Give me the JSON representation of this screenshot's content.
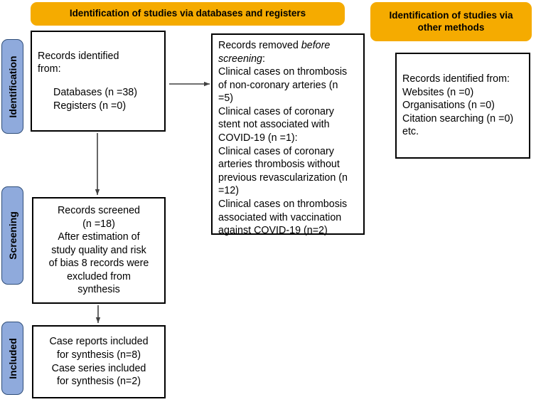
{
  "diagram": {
    "type": "prisma-flow-diagram",
    "colors": {
      "header_fill": "#F5AB00",
      "phase_pill_fill": "#8FAADC",
      "phase_pill_border": "#2F4E79",
      "box_border": "#000000",
      "box_fill": "#FFFFFF"
    }
  },
  "headers": {
    "databases_registers": "Identification of studies via databases and registers",
    "other_methods": "Identification of studies via other methods"
  },
  "phases": [
    {
      "id": "identification",
      "label": "Identification"
    },
    {
      "id": "screening",
      "label": "Screening"
    },
    {
      "id": "included",
      "label": "Included"
    }
  ],
  "boxes": {
    "records_identified": {
      "title": "Records identified",
      "title2": "from:",
      "items": [
        "Databases (n =38)",
        "Registers (n =0)"
      ]
    },
    "records_removed": {
      "heading_prefix": "Records removed ",
      "heading_italic": "before",
      "heading_italic2": "screening",
      "heading_suffix": ":",
      "lines": [
        "Clinical cases on thrombosis",
        "of non-coronary arteries (n",
        "=5)",
        "Clinical cases of coronary",
        "stent not associated with",
        "COVID-19 (n =1):",
        "Clinical cases of coronary",
        "arteries thrombosis without",
        "previous revascularization (n",
        "=12)",
        "Clinical cases on thrombosis",
        "associated with vaccination",
        "against COVID-19 (n=2)"
      ]
    },
    "records_identified_other": {
      "lines": [
        "Records identified from:",
        "Websites (n =0)",
        "Organisations (n =0)",
        "Citation searching (n =0)",
        "etc."
      ]
    },
    "records_screened": {
      "lines": [
        "Records screened",
        "(n =18)",
        "After estimation of",
        "study quality and risk",
        "of bias 8 records were",
        "excluded from",
        "synthesis"
      ]
    },
    "included_synthesis": {
      "lines": [
        "Case reports included",
        "for synthesis (n=8)",
        "Case series included",
        "for synthesis (n=2)"
      ]
    }
  },
  "counts": {
    "databases": 38,
    "registers": 0,
    "websites": 0,
    "organisations": 0,
    "citation_searching": 0,
    "records_screened": 18,
    "excluded_after_quality_assessment": 8,
    "removed_non_coronary_arteries": 5,
    "removed_coronary_stent_not_covid": 1,
    "removed_coronary_thrombosis_no_revascularization": 12,
    "removed_vaccination_thrombosis": 2,
    "case_reports_included": 8,
    "case_series_included": 2
  }
}
